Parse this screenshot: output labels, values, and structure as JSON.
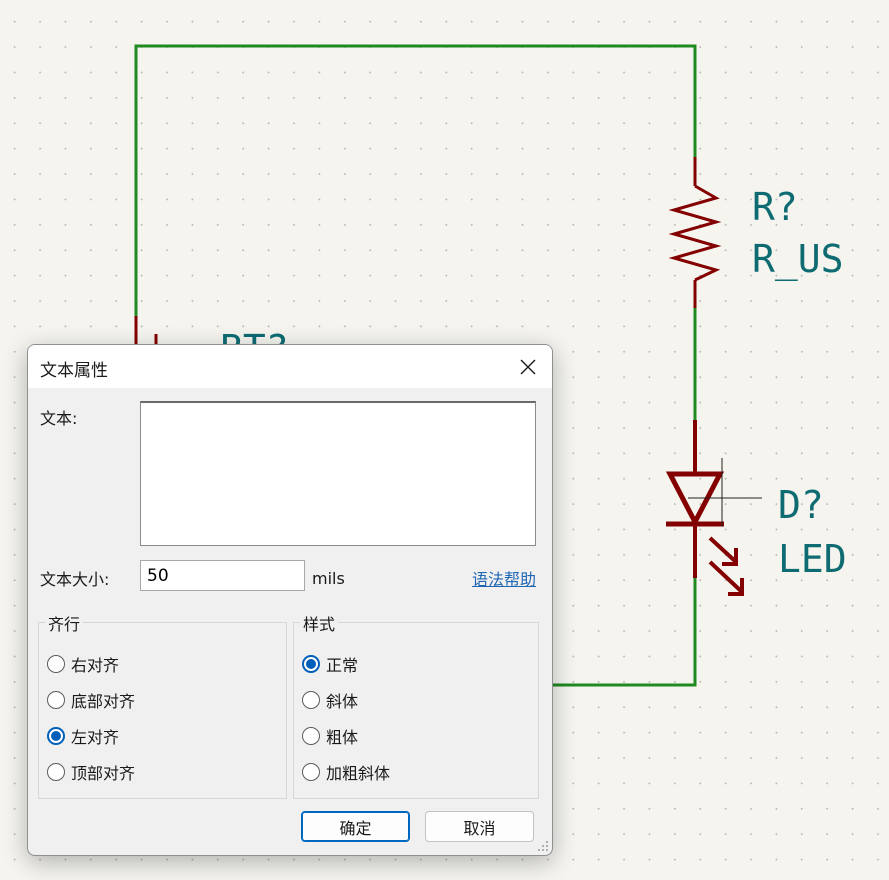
{
  "schematic": {
    "resistor_ref": "R?",
    "resistor_value": "R_US",
    "led_ref": "D?",
    "led_value": "LED",
    "partial_ref": "BT?",
    "colors": {
      "wire": "#1f8a1f",
      "component": "#840000",
      "text": "#0e6b72"
    }
  },
  "dialog": {
    "title": "文本属性",
    "text_label": "文本:",
    "text_value": "",
    "size_label": "文本大小:",
    "size_value": "50",
    "size_unit": "mils",
    "help_link": "语法帮助",
    "justify": {
      "title": "齐行",
      "options": [
        {
          "label": "右对齐",
          "checked": false
        },
        {
          "label": "底部对齐",
          "checked": false
        },
        {
          "label": "左对齐",
          "checked": true
        },
        {
          "label": "顶部对齐",
          "checked": false
        }
      ]
    },
    "style": {
      "title": "样式",
      "options": [
        {
          "label": "正常",
          "checked": true
        },
        {
          "label": "斜体",
          "checked": false
        },
        {
          "label": "粗体",
          "checked": false
        },
        {
          "label": "加粗斜体",
          "checked": false
        }
      ]
    },
    "ok_label": "确定",
    "cancel_label": "取消",
    "accent_color": "#005fb8"
  }
}
